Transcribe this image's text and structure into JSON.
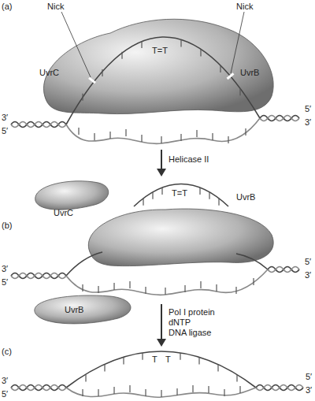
{
  "diagram": {
    "labels": [
      "(a)",
      "Nick",
      "Nick",
      "T=T",
      "UvrC",
      "UvrB",
      "3′",
      "5′",
      "5′",
      "3′",
      "Helicase II",
      "UvrC",
      "T=T",
      "UvrB",
      "(b)",
      "3′",
      "5′",
      "5′",
      "3′",
      "UvrB",
      "Pol I protein",
      "dNTP",
      "DNA ligase",
      "(c)",
      "T",
      "T",
      "3′",
      "5′",
      "5′",
      "3′"
    ]
  }
}
